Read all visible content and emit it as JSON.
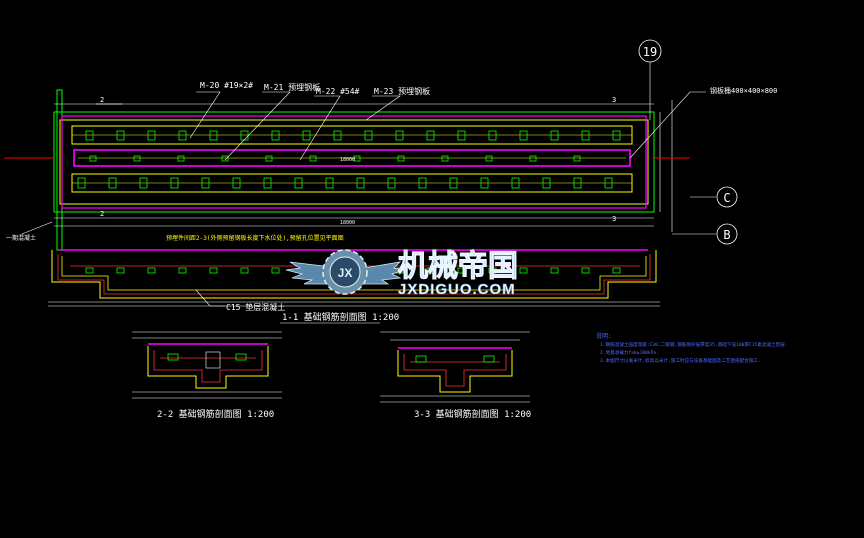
{
  "labels": {
    "m20": "M-20 #19×2#",
    "m21": "M-21 预埋钢板",
    "m22": "M-22 #54#",
    "m23": "M-23 预埋钢板",
    "steel_box": "钢板桶400×400×800",
    "grid_19": "19",
    "grid_c": "C",
    "grid_b": "B",
    "dim_top": "18000",
    "sec_mark_2": "2",
    "sec_mark_3": "3",
    "sec_mark_2b": "2",
    "sec_mark_3b": "3",
    "c15": "C15 垫层混凝土",
    "note_red": "预埋件间距2-3(外侧预留钢板长度下水位处),预留孔位置见平面图",
    "left_note": "一期混凝土",
    "dim_mid": "18000"
  },
  "titles": {
    "section_11": "1-1  基础钢筋剖面图  1:200",
    "section_22": "2-2  基础钢筋剖面图  1:200",
    "section_33": "3-3  基础钢筋剖面图  1:200"
  },
  "notes": {
    "heading": "说明:",
    "line1": "1.钢筋混凝土强度等级:C30,二级钢,钢筋保护层厚度35,基础下设100厚C15素混凝土垫层.",
    "line2": "2.地基承载力fak≥180kPa.",
    "line3": "3.本图尺寸以毫米计,标高以米计,施工时应与设备基础图及工艺图纸配合施工."
  },
  "watermark": {
    "cn": "机械帝国",
    "en": "JXDIGUO.COM",
    "badge": "JX"
  },
  "colors": {
    "background": "#000000",
    "magenta": "#ff00ff",
    "cyan": "#00ffff",
    "yellow": "#ffff00",
    "green": "#00ff00",
    "white": "#ffffff",
    "red": "#ff0000",
    "blue": "#4060ff"
  }
}
